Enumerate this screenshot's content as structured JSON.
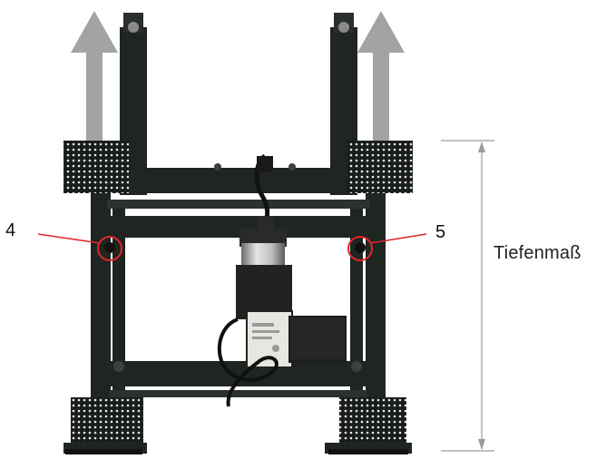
{
  "callouts": {
    "left_number": "4",
    "right_number": "5"
  },
  "dimension": {
    "label": "Tiefenmaß"
  },
  "colors": {
    "frame": "#1f2520",
    "arrow": "#a3a3a3",
    "callout_line": "#e0262b",
    "dimension_line": "#9a9a9a",
    "motor_body": "#e8e6e0"
  }
}
